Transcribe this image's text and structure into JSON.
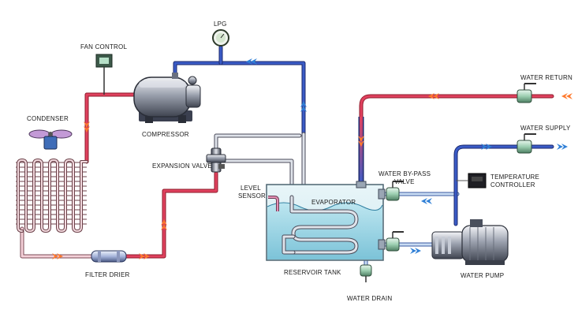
{
  "labels": {
    "lpg": "LPG",
    "fan_control": "FAN CONTROL",
    "condenser": "CONDENSER",
    "compressor": "COMPRESSOR",
    "expansion_valve": "EXPANSION VALVE",
    "level_sensor_1": "LEVEL",
    "level_sensor_2": "SENSOR",
    "evaporator": "EVAPORATOR",
    "water_bypass_1": "WATER BY-PASS",
    "water_bypass_2": "VALVE",
    "water_return": "WATER RETURN",
    "water_supply": "WATER SUPPLY",
    "temp_controller_1": "TEMPERATURE",
    "temp_controller_2": "CONTROLLER",
    "filter_drier": "FILTER DRIER",
    "reservoir_tank": "RESERVOIR TANK",
    "water_pump": "WATER PUMP",
    "water_drain": "WATER DRAIN"
  },
  "colors": {
    "hot_pipe": "#e0415e",
    "cold_pipe": "#3a5bc6",
    "tank_water": "#9ad6e6",
    "flow_arrow_blue": "#2f7fd6",
    "flow_arrow_orange": "#ff7a2e"
  },
  "icons": [
    "condenser-fan-icon",
    "compressor-icon",
    "pressure-gauge-icon",
    "fan-control-box-icon",
    "valve-icon",
    "pump-icon",
    "flow-arrow-icon"
  ]
}
